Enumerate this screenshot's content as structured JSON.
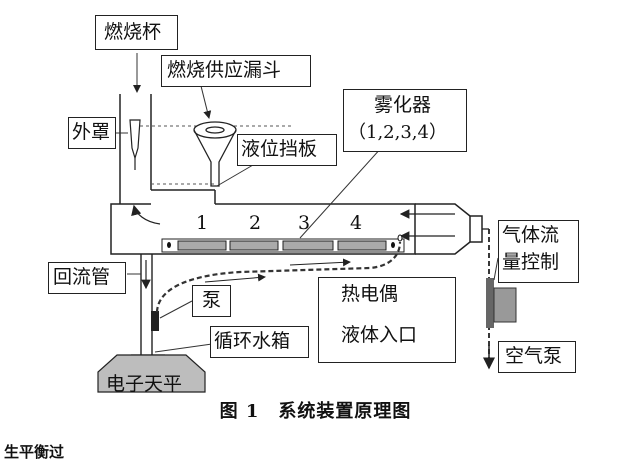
{
  "labels": {
    "burn_cup": "燃烧杯",
    "supply_funnel": "燃烧供应漏斗",
    "outer_cover": "外罩",
    "level_baffle": "液位挡板",
    "atomizer_title": "雾化器",
    "atomizer_ids": "（1,2,3,4）",
    "return_pipe": "回流管",
    "pump": "泵",
    "circ_tank": "循环水箱",
    "balance": "电子天平",
    "gas_flow_line1": "气体流",
    "gas_flow_line2": "量控制",
    "air_pump": "空气泵"
  },
  "channel_numbers": [
    "1",
    "2",
    "3",
    "4"
  ],
  "legend": {
    "thermocouple": "热电偶",
    "liquid_inlet": "液体入口"
  },
  "caption": "图 1　系统装置原理图",
  "cut_text": "生平衡过"
}
